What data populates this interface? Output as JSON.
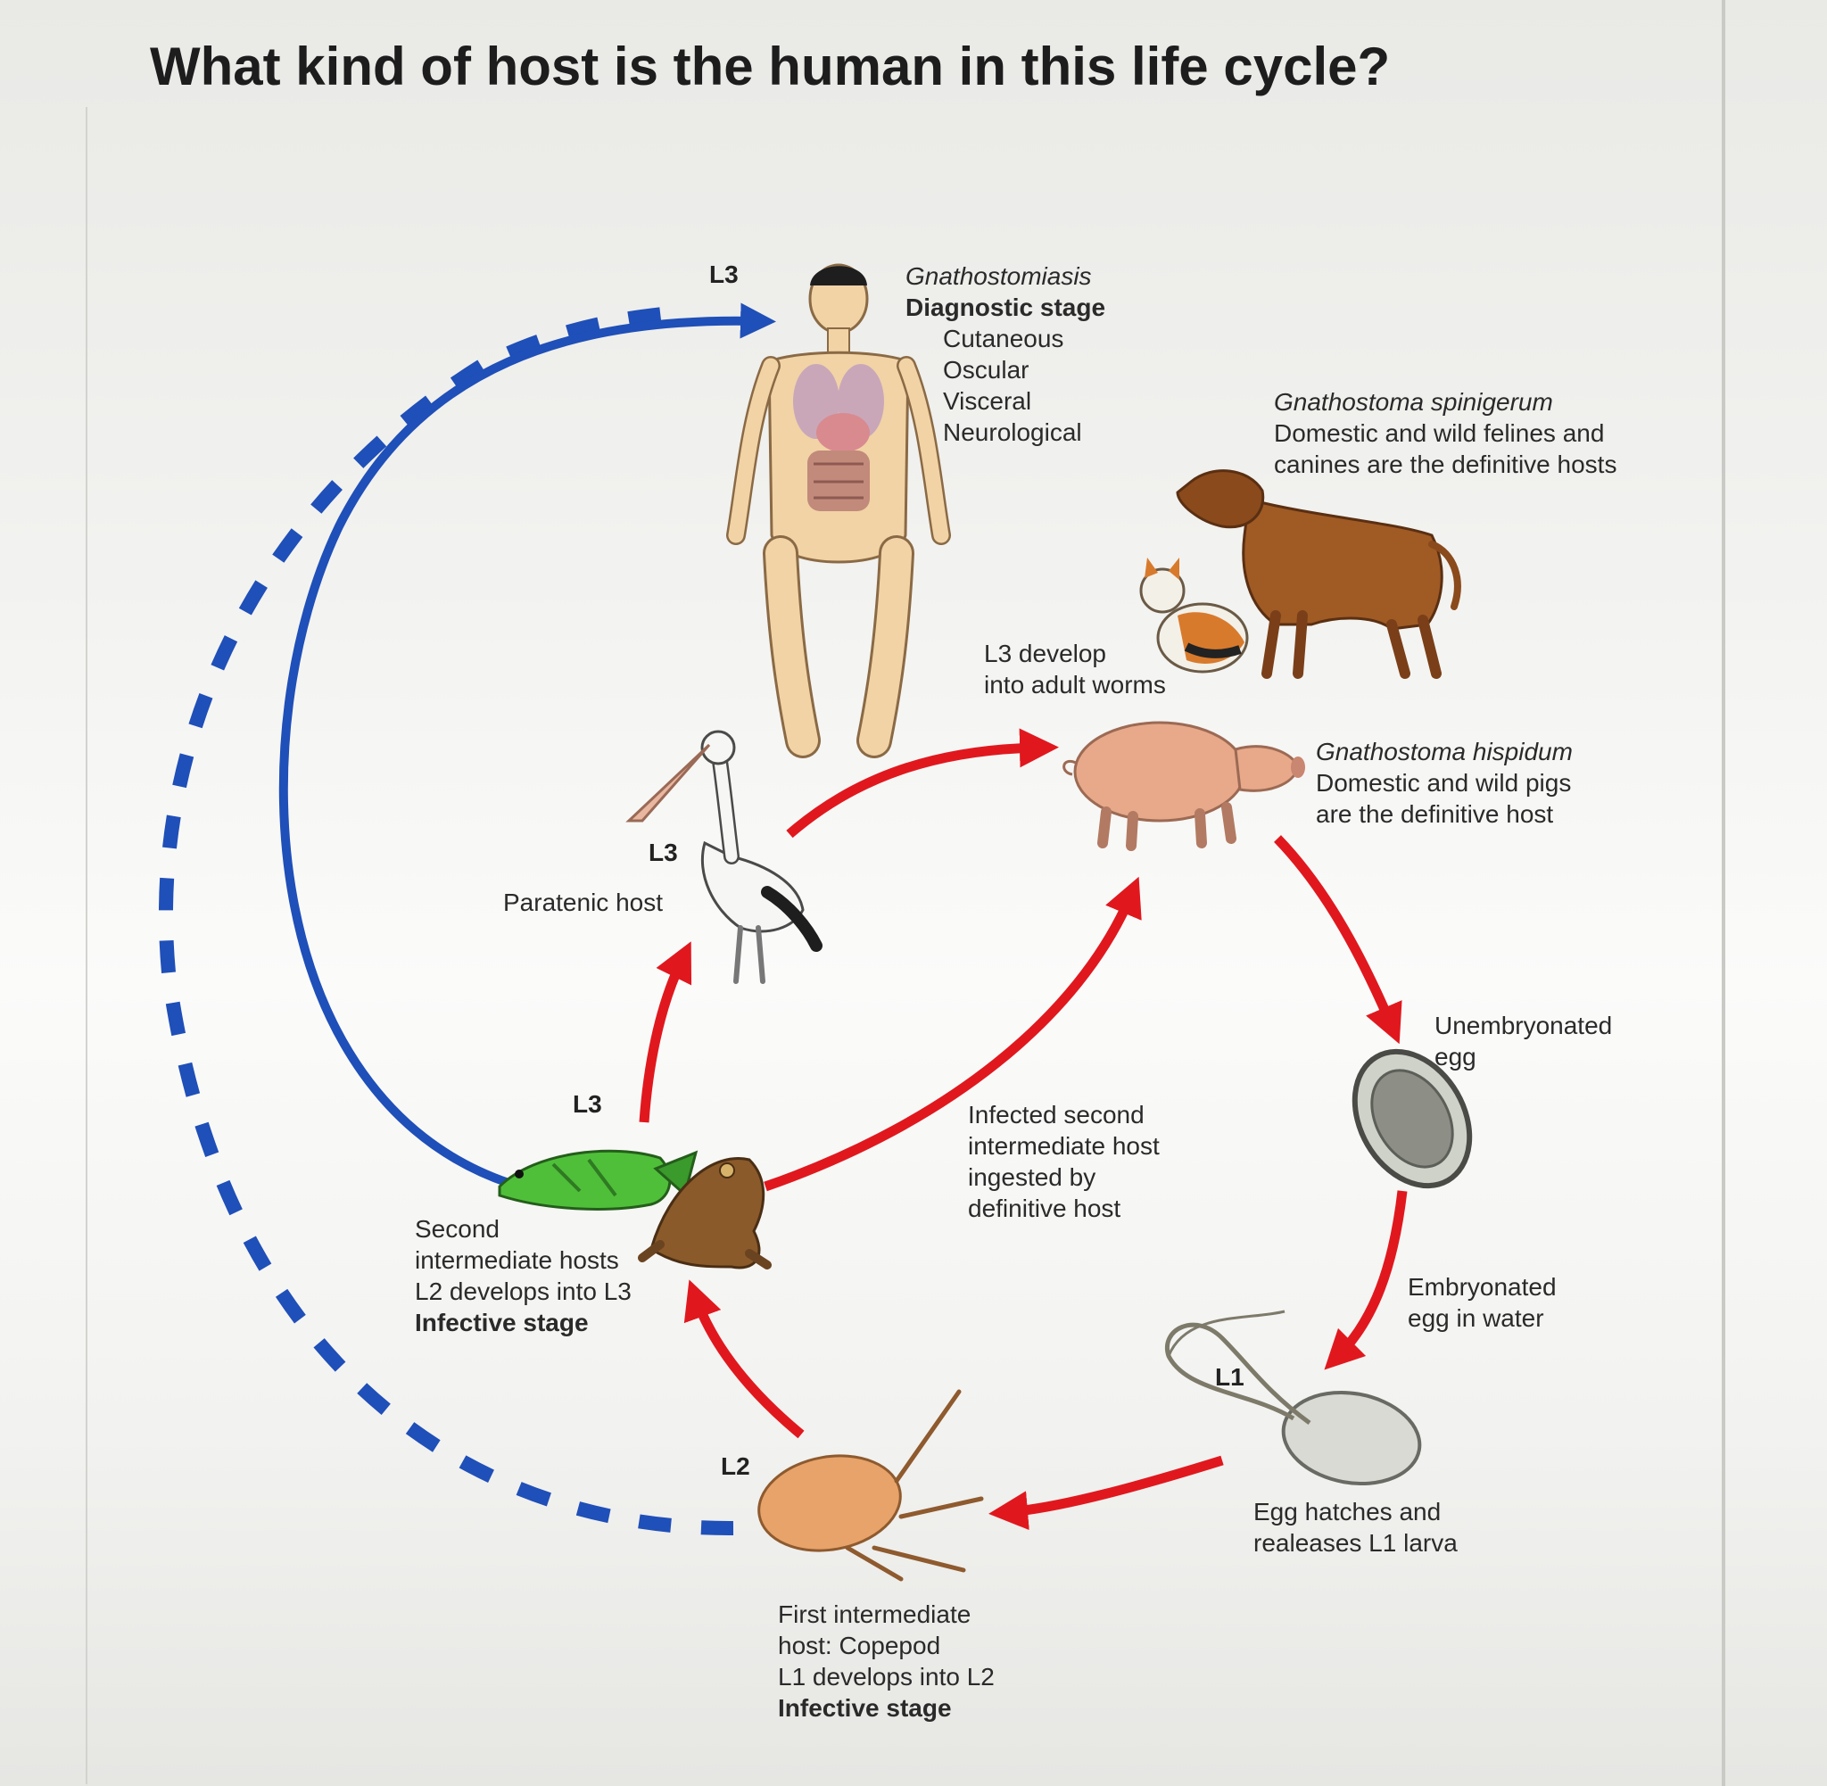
{
  "question": "What kind of host is the human in this life cycle?",
  "human": {
    "disease": "Gnathostomiasis",
    "stage": "Diagnostic stage",
    "forms": [
      "Cutaneous",
      "Oscular",
      "Visceral",
      "Neurological"
    ]
  },
  "definitive_hosts_1": {
    "species": "Gnathostoma spinigerum",
    "line1": "Domestic and wild felines and",
    "line2": "canines are the definitive hosts"
  },
  "definitive_hosts_2": {
    "species": "Gnathostoma hispidum",
    "line1": "Domestic and wild pigs",
    "line2": "are the definitive host"
  },
  "develop": {
    "line1": "L3 develop",
    "line2": "into adult worms"
  },
  "unembryonated": {
    "line1": "Unembryonated",
    "line2": "egg"
  },
  "embryonated": {
    "line1": "Embryonated",
    "line2": "egg in water"
  },
  "hatch": {
    "line1": "Egg hatches and",
    "line2": "realeases L1 larva"
  },
  "first_host": {
    "line1": "First intermediate",
    "line2": "host: Copepod",
    "line3": "L1 develops into L2",
    "line4": "Infective stage"
  },
  "second_host": {
    "line1": "Second",
    "line2": "intermediate hosts",
    "line3": "L2 develops into L3",
    "line4": "Infective stage"
  },
  "ingested": {
    "line1": "Infected second",
    "line2": "intermediate host",
    "line3": "ingested by",
    "line4": "definitive host"
  },
  "paratenic": "Paratenic host",
  "stages": {
    "top": "L3",
    "paratenic": "L3",
    "second": "L3",
    "copepod": "L2",
    "egg": "L1"
  },
  "colors": {
    "blue": "#1f4fb8",
    "red": "#e0181e",
    "text": "#2a2a2a"
  }
}
